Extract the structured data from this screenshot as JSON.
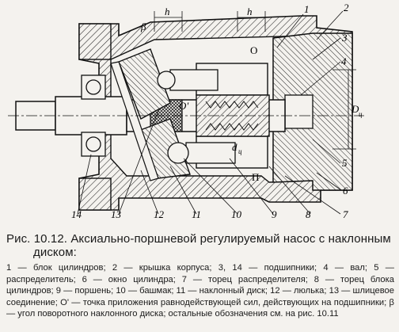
{
  "figure": {
    "labels": {
      "h_left": "h",
      "h_right": "h",
      "beta": "β",
      "n1": "1",
      "n2": "2",
      "n3": "3",
      "n4": "4",
      "n5": "5",
      "n6": "6",
      "n7": "7",
      "n8": "8",
      "n9": "9",
      "n10": "10",
      "n11": "11",
      "n12": "12",
      "n13": "13",
      "n14": "14",
      "O_top": "O",
      "O_prime": "O'",
      "D_ts": "D",
      "D_ts_sub": "ц",
      "d_ts": "d",
      "d_ts_sub": "ц",
      "P": "П"
    }
  },
  "caption": {
    "fig_label": "Рис. 10.12.",
    "title_part1": "Аксиально-поршневой регулируемый насос с наклонным",
    "title_part2": "диском:"
  },
  "legend": {
    "text": "1 — блок цилиндров; 2 — крышка корпуса; 3, 14 — подшипники; 4 — вал; 5 — распределитель; 6 — окно цилиндра; 7 — торец распределителя; 8 — торец блока цилиндров; 9 — поршень; 10 — башмак; 11 — наклонный диск; 12 — люлька; 13 — шлицевое соединение; O' — точка приложения равнодействующей сил, действующих на подшипники; β — угол поворотного наклонного диска; остальные обозначения см. на рис. 10.11"
  }
}
